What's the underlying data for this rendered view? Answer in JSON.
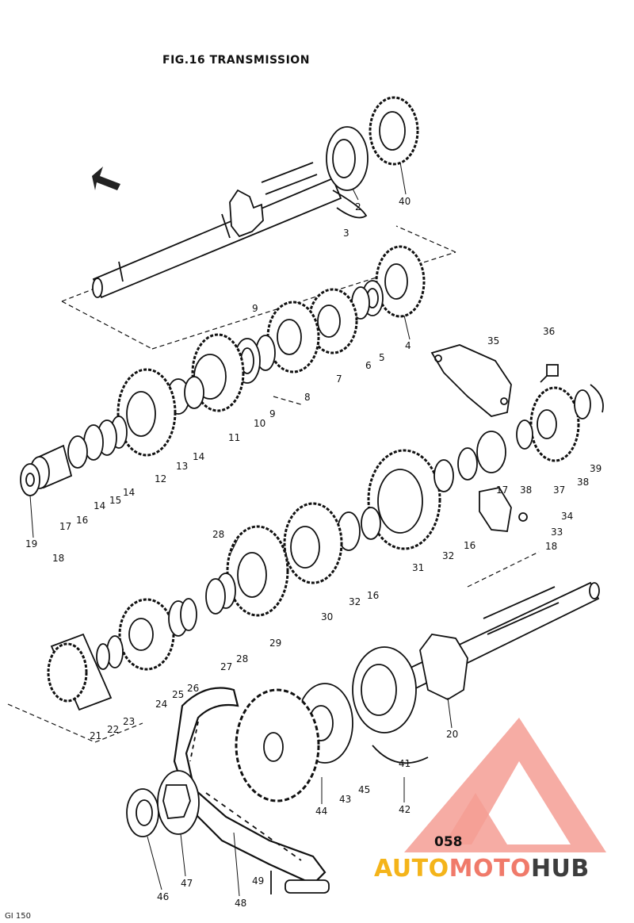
{
  "title": "FIG.16  TRANSMISSION",
  "figure_code": "058",
  "corner_code": "GI 150",
  "watermark": {
    "part1": "AUTO",
    "part2": "MOTO",
    "part3": "HUB",
    "colors": {
      "auto": "#f4b41a",
      "moto": "#f07a6a",
      "hub": "#3d3d3d",
      "triangle": "#f07a6a"
    }
  },
  "part_numbers": [
    "2",
    "3",
    "40",
    "9",
    "4",
    "5",
    "6",
    "7",
    "8",
    "10",
    "9",
    "11",
    "35",
    "36",
    "12",
    "13",
    "14",
    "14",
    "15",
    "14",
    "16",
    "17",
    "19",
    "18",
    "17",
    "16",
    "38",
    "37",
    "38",
    "39",
    "34",
    "33",
    "18",
    "28",
    "31",
    "32",
    "16",
    "32",
    "30",
    "29",
    "27",
    "28",
    "24",
    "25",
    "26",
    "21",
    "22",
    "23",
    "20",
    "41",
    "42",
    "44",
    "43",
    "45",
    "46",
    "47",
    "48",
    "49"
  ]
}
